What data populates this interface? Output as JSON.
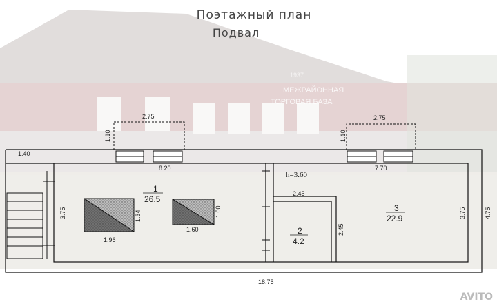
{
  "title": {
    "line1": "Поэтажный план",
    "line2": "Подвал"
  },
  "building_sign": {
    "year": "1937",
    "line1": "МЕЖРАЙОННАЯ",
    "line2": "ТОРГОВАЯ БАЗА"
  },
  "dimensions": {
    "left_window_well_width": "2.75",
    "left_window_well_depth": "1.10",
    "right_window_well_width": "2.75",
    "right_window_well_depth": "1.10",
    "top_left_offset": "1.40",
    "left_segment": "8.20",
    "right_segment": "7.70",
    "ceiling_height": "h=3.60",
    "left_wall_height": "3.75",
    "right_wall_height_inner": "3.75",
    "right_wall_height_outer": "4.75",
    "pillar1_width": "1.96",
    "pillar1_depth": "1.34",
    "pillar2_width": "1.60",
    "pillar2_depth": "1.00",
    "room2_width": "2.45",
    "room2_depth": "2.45",
    "total_length": "18.75"
  },
  "rooms": [
    {
      "number": "1",
      "area": "26.5"
    },
    {
      "number": "2",
      "area": "4.2"
    },
    {
      "number": "3",
      "area": "22.9"
    }
  ],
  "watermark": "AVITO"
}
